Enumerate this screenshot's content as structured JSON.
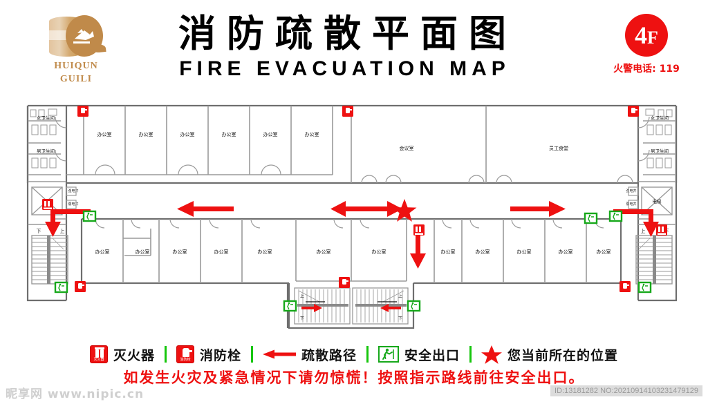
{
  "header": {
    "logo": {
      "name": "HUIQUN GUILI",
      "line1": "HUIQUN",
      "line2": "GUILI",
      "color": "#c08a4a"
    },
    "title_cn": "消防疏散平面图",
    "title_en": "FIRE EVACUATION MAP",
    "floor_number": "4",
    "floor_suffix": "F",
    "fire_tel": "火警电话: 119",
    "accent_red": "#ee1111"
  },
  "legend": {
    "items": [
      {
        "icon": "fire-extinguisher-icon",
        "label": "灭火器",
        "icon_text": "灭火器",
        "color": "#ee1111"
      },
      {
        "icon": "fire-hydrant-icon",
        "label": "消防栓",
        "icon_text": "消防栓",
        "color": "#ee1111"
      },
      {
        "icon": "evacuation-arrow-icon",
        "label": "疏散路径",
        "color": "#ee1111"
      },
      {
        "icon": "safety-exit-icon",
        "label": "安全出口",
        "color": "#16a81a"
      },
      {
        "icon": "you-are-here-star-icon",
        "label": "您当前所在的位置",
        "color": "#ee1111"
      }
    ],
    "divider_color": "#16c60c"
  },
  "warning_text": "如发生火灾及紧急情况下请勿惊慌！按照指示路线前往安全出口。",
  "footer": {
    "watermark": "昵享网 www.nipic.cn",
    "id_tag": "ID:13181282 NO:20210914103231479129"
  },
  "plan": {
    "labels": {
      "office": "办公室",
      "women_wc": "女卫生间",
      "men_wc": "男卫生间",
      "elevator": "电梯",
      "meeting_room": "会议室",
      "staff_canteen": "员工食堂",
      "power_room": "强电井",
      "weak_power_room": "弱电井",
      "stair_up": "上",
      "stair_down": "下"
    },
    "rooms_top_left": [
      "办公室",
      "办公室",
      "办公室",
      "办公室",
      "办公室",
      "办公室"
    ],
    "rooms_top_right": [
      "会议室",
      "员工食堂"
    ],
    "rooms_bottom_left": [
      "办公室",
      "办公室",
      "办公室",
      "办公室",
      "办公室"
    ],
    "rooms_bottom_center": [
      "办公室",
      "办公室"
    ],
    "rooms_bottom_right": [
      "办公室",
      "办公室",
      "办公室",
      "办公室",
      "办公室"
    ],
    "wc_left": [
      "女卫生间",
      "男卫生间"
    ],
    "wc_right": [
      "女卫生间",
      "男卫生间"
    ],
    "stair_labels_left": [
      "下",
      "上"
    ],
    "stair_labels_right": [
      "上",
      "下"
    ],
    "stair_labels_center_left": [
      "上",
      "下"
    ],
    "stair_labels_center_right": [
      "上",
      "下"
    ],
    "colors": {
      "wall": "#6e6e6e",
      "thin": "#9a9a9a",
      "arrow": "#ee1111",
      "exit": "#16a81a"
    }
  }
}
